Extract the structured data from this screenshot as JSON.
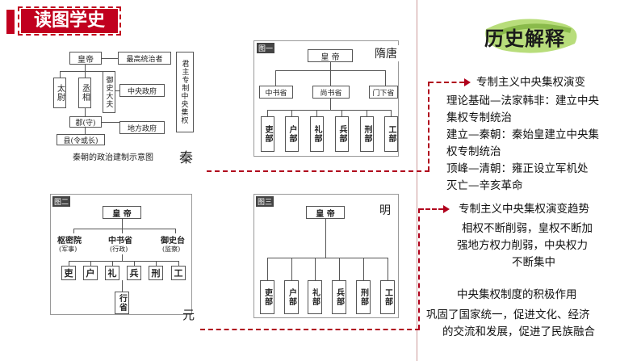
{
  "badge": {
    "title": "读图学史"
  },
  "history_badge": {
    "title": "历史解释"
  },
  "qin": {
    "label": "秦",
    "emperor": "皇帝",
    "top_ruler": "最高统治者",
    "taiwei": "太尉",
    "chengxiang": "丞相",
    "yushidafu": "御史大夫",
    "central": "中央政府",
    "local": "地方政府",
    "jun": "郡(守)",
    "xian": "县(令或长)",
    "side1": "君主专制",
    "side2": "中央集权",
    "caption": "秦朝的政治建制示意图"
  },
  "sui": {
    "label": "隋唐",
    "tag": "图一",
    "emperor": "皇 帝",
    "sheng": [
      "中书省",
      "尚书省",
      "门下省"
    ],
    "bu": [
      "吏部",
      "户部",
      "礼部",
      "兵部",
      "刑部",
      "工部"
    ]
  },
  "yuan": {
    "label": "元",
    "tag": "图二",
    "emperor": "皇 帝",
    "top": [
      {
        "name": "枢密院",
        "sub": "(军事)"
      },
      {
        "name": "中书省",
        "sub": "(行政)"
      },
      {
        "name": "御史台",
        "sub": "(监察)"
      }
    ],
    "bu": [
      "吏",
      "户",
      "礼",
      "兵",
      "刑",
      "工"
    ],
    "xing": "行省"
  },
  "ming": {
    "label": "明",
    "tag": "图三",
    "emperor": "皇 帝",
    "bu": [
      "吏部",
      "户部",
      "礼部",
      "兵部",
      "刑部",
      "工部"
    ]
  },
  "explain1": {
    "heading": "专制主义中央集权演变",
    "lines": [
      "理论基础—法家韩非：建立中央",
      "集权专制统治",
      "建立—秦朝：秦始皇建立中央集",
      "权专制统治",
      "顶峰—清朝：雍正设立军机处",
      "灭亡—辛亥革命"
    ]
  },
  "explain2": {
    "heading": "专制主义中央集权演变趋势",
    "lines": [
      "相权不断削弱，皇权不断加",
      "强地方权力削弱，中央权力",
      "不断集中"
    ]
  },
  "explain3": {
    "heading": "中央集权制度的积极作用",
    "lines": [
      "巩固了国家统一，促进文化、经济",
      "的交流和发展，促进了民族融合"
    ]
  },
  "colors": {
    "accent_red": "#c1001f",
    "dash_red": "#b0001c",
    "brush_green": "#8bc34a"
  }
}
